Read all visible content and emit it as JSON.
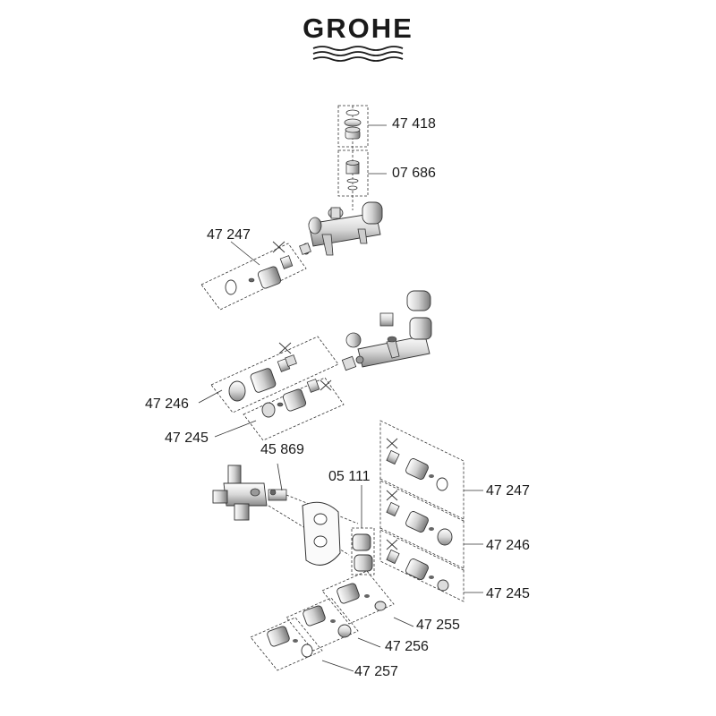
{
  "brand": {
    "name": "GROHE",
    "color": "#1a1a1a"
  },
  "labels": [
    {
      "id": "p47418",
      "text": "47 418"
    },
    {
      "id": "p07686",
      "text": "07 686"
    },
    {
      "id": "p47247a",
      "text": "47 247"
    },
    {
      "id": "p47246a",
      "text": "47 246"
    },
    {
      "id": "p47245a",
      "text": "47 245"
    },
    {
      "id": "p45869",
      "text": "45 869"
    },
    {
      "id": "p05111",
      "text": "05 111"
    },
    {
      "id": "p47247b",
      "text": "47 247"
    },
    {
      "id": "p47246b",
      "text": "47 246"
    },
    {
      "id": "p47245b",
      "text": "47 245"
    },
    {
      "id": "p47255",
      "text": "47 255"
    },
    {
      "id": "p47256",
      "text": "47 256"
    },
    {
      "id": "p47257",
      "text": "47 257"
    }
  ],
  "colors": {
    "line": "#333333",
    "part_fill": "#f2f2f2",
    "part_shade": "#9a9a9a",
    "part_dark": "#4a4a4a"
  }
}
